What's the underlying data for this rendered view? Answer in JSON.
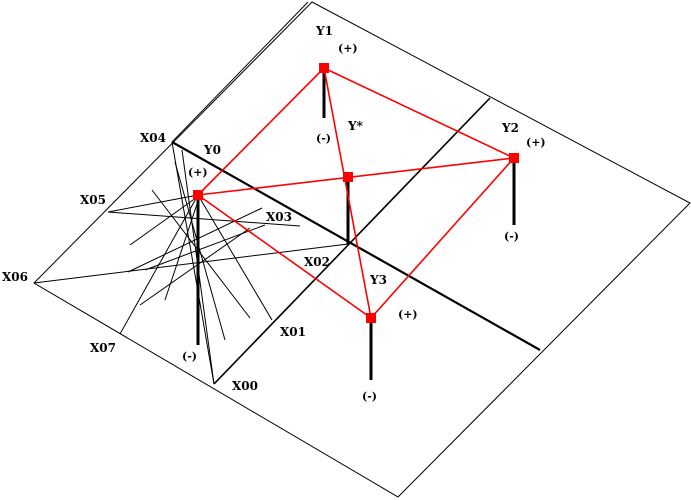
{
  "colors": {
    "background": "#ffffff",
    "lines": "#000000",
    "network": "#ff0000",
    "nodes": "#ff0000"
  },
  "axis_labels": {
    "x00": "X00",
    "x01": "X01",
    "x02": "X02",
    "x03": "X03",
    "x04": "X04",
    "x05": "X05",
    "x06": "X06",
    "x07": "X07",
    "y0": "Y0"
  },
  "nodes": {
    "y1": {
      "label": "Y1",
      "plus": "(+)",
      "minus": "(-)"
    },
    "y2": {
      "label": "Y2",
      "plus": "(+)",
      "minus": "(-)"
    },
    "y3": {
      "label": "Y3",
      "plus": "(+)",
      "minus": "(-)"
    },
    "ystar": {
      "label": "Y*"
    },
    "y0": {
      "plus": "(+)",
      "minus": "(-)"
    }
  }
}
